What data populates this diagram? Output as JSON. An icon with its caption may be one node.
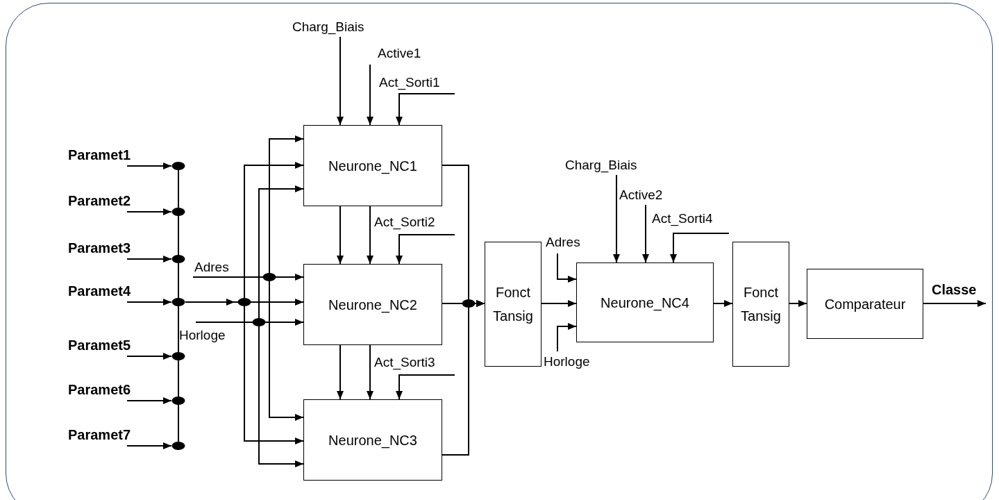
{
  "diagram": {
    "nodes": [
      {
        "text": [
          "Paramet1"
        ]
      },
      {
        "text": [
          "Paramet2"
        ]
      },
      {
        "text": [
          "Paramet3"
        ]
      },
      {
        "text": [
          "Paramet4"
        ]
      },
      {
        "text": [
          "Paramet5"
        ]
      },
      {
        "text": [
          "Paramet6"
        ]
      },
      {
        "text": [
          "Paramet7"
        ]
      },
      {
        "text": [],
        "shape": "bar"
      },
      {
        "text": [
          "Adres"
        ]
      },
      {
        "text": [
          "Horloge"
        ]
      },
      {
        "text": [
          "Charg_Biais"
        ]
      },
      {
        "text": [
          "Active1"
        ]
      },
      {
        "text": [
          "Act_Sorti1"
        ]
      },
      {
        "text": [
          "Neurone_NC1"
        ]
      },
      {
        "text": [
          "Act_Sorti2"
        ]
      },
      {
        "text": [
          "Neurone_NC2"
        ]
      },
      {
        "text": [
          "Act_Sorti3"
        ]
      },
      {
        "text": [
          "Neurone_NC3"
        ]
      },
      {
        "text": [
          "Fonct Tansig"
        ]
      },
      {
        "text": [
          "Charg_Biais"
        ]
      },
      {
        "text": [
          "Active2"
        ]
      },
      {
        "text": [
          "Act_Sorti4"
        ]
      },
      {
        "text": [
          "Adres"
        ]
      },
      {
        "text": [
          "Horloge"
        ]
      },
      {
        "text": [
          "Neurone_NC4"
        ]
      },
      {
        "text": [
          "Fonct Tansig"
        ]
      },
      {
        "text": [
          "Comparateur"
        ]
      }
    ],
    "edges": [
      {
        "from": 0,
        "to": 7,
        "arrow": "to"
      },
      {
        "from": 1,
        "to": 7,
        "arrow": "to"
      },
      {
        "from": 2,
        "to": 7,
        "arrow": "to"
      },
      {
        "from": 3,
        "to": 7,
        "arrow": "to"
      },
      {
        "from": 4,
        "to": 7,
        "arrow": "to"
      },
      {
        "from": 5,
        "to": 7,
        "arrow": "to"
      },
      {
        "from": 6,
        "to": 7,
        "arrow": "to"
      },
      {
        "from": 7,
        "to": 13,
        "arrow": "to"
      },
      {
        "from": 7,
        "to": 15,
        "arrow": "to"
      },
      {
        "from": 7,
        "to": 17,
        "arrow": "to"
      },
      {
        "from": 8,
        "to": 13,
        "arrow": "to"
      },
      {
        "from": 8,
        "to": 15,
        "arrow": "to"
      },
      {
        "from": 8,
        "to": 17,
        "arrow": "to"
      },
      {
        "from": 9,
        "to": 13,
        "arrow": "to"
      },
      {
        "from": 9,
        "to": 15,
        "arrow": "to"
      },
      {
        "from": 9,
        "to": 17,
        "arrow": "to"
      },
      {
        "from": 10,
        "to": 13,
        "arrow": "to"
      },
      {
        "from": 11,
        "to": 13,
        "arrow": "to"
      },
      {
        "from": 12,
        "to": 13,
        "arrow": "to"
      },
      {
        "from": 13,
        "to": 15,
        "arrow": "to"
      },
      {
        "from": 13,
        "to": 15,
        "arrow": "to"
      },
      {
        "from": 14,
        "to": 15,
        "arrow": "to"
      },
      {
        "from": 15,
        "to": 17,
        "arrow": "to"
      },
      {
        "from": 15,
        "to": 17,
        "arrow": "to"
      },
      {
        "from": 16,
        "to": 17,
        "arrow": "to"
      },
      {
        "from": 13,
        "to": 18,
        "arrow": "to"
      },
      {
        "from": 15,
        "to": 18,
        "arrow": "to"
      },
      {
        "from": 17,
        "to": 18,
        "arrow": "to"
      },
      {
        "from": 18,
        "to": 24,
        "arrow": "to"
      },
      {
        "from": 19,
        "to": 24,
        "arrow": "to"
      },
      {
        "from": 20,
        "to": 24,
        "arrow": "to"
      },
      {
        "from": 21,
        "to": 24,
        "arrow": "to"
      },
      {
        "from": 22,
        "to": 24,
        "arrow": "to"
      },
      {
        "from": 23,
        "to": 24,
        "arrow": "to"
      },
      {
        "from": 24,
        "to": 25,
        "arrow": "to"
      },
      {
        "from": 25,
        "to": 26,
        "arrow": "to"
      },
      {
        "from": 26,
        "to": null,
        "arrow": "to",
        "label": "Classe"
      }
    ]
  }
}
